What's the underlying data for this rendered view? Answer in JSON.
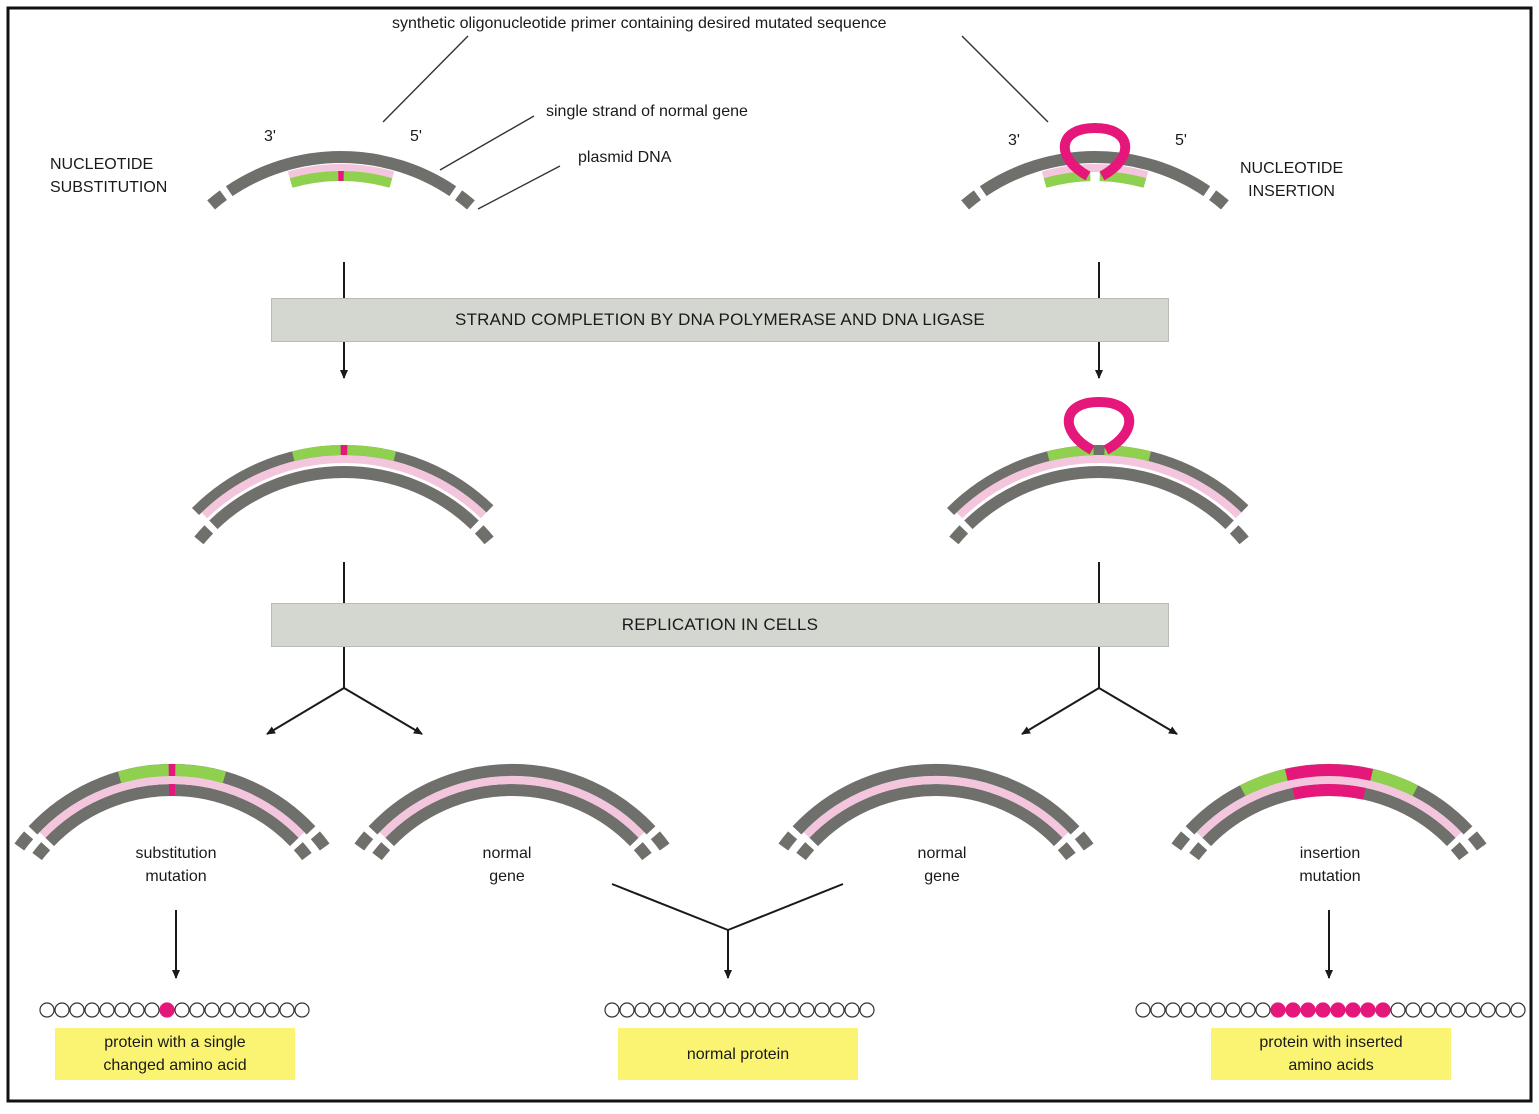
{
  "labels": {
    "primer_callout": "synthetic oligonucleotide primer containing desired mutated sequence",
    "single_strand_callout": "single strand of normal gene",
    "plasmid_callout": "plasmid DNA",
    "three_prime": "3'",
    "five_prime": "5'"
  },
  "left_title": [
    "NUCLEOTIDE",
    "SUBSTITUTION"
  ],
  "right_title": [
    "NUCLEOTIDE",
    "INSERTION"
  ],
  "steps": {
    "strand_completion": "STRAND COMPLETION BY DNA POLYMERASE AND DNA LIGASE",
    "replication": "REPLICATION IN CELLS"
  },
  "products": {
    "substitution": [
      "substitution",
      "mutation"
    ],
    "normal_left": [
      "normal",
      "gene"
    ],
    "normal_right": [
      "normal",
      "gene"
    ],
    "insertion": [
      "insertion",
      "mutation"
    ]
  },
  "proteins": {
    "single_change": [
      "protein with a single",
      "changed amino acid"
    ],
    "normal": "normal protein",
    "inserted": [
      "protein with inserted",
      "amino acids"
    ]
  },
  "colors": {
    "plasmid": "#6f706c",
    "primer": "#8fd14f",
    "mutation": "#e6177a",
    "single_strand": "#f3c6dd",
    "band": "#d3d7cf",
    "label_box": "#fbf472"
  }
}
